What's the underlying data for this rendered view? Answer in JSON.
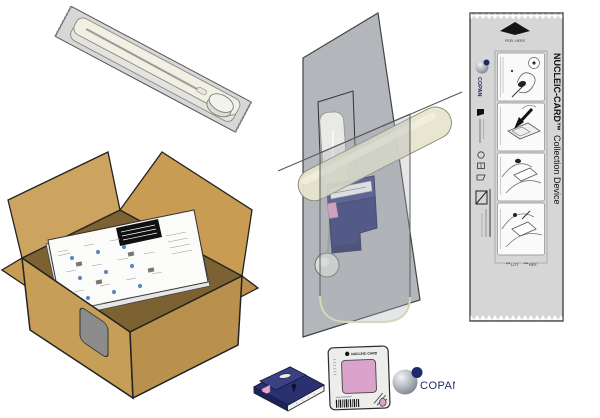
{
  "illustration": {
    "back_card": {
      "title_bold": "NUCLEIC-CARD™",
      "title_rest": "Collection Device",
      "peel_label": "PEEL HERE",
      "brand": "COPAN",
      "lot_label": "LOT",
      "ref_label": "REF"
    },
    "sample_card": {
      "header": "NUCLEIC-CARD"
    },
    "brand_logo": {
      "text": "COPAN"
    },
    "colors": {
      "device_navy": "#2b3170",
      "sample_pink": "#d9a3cb",
      "carton_tan": "#c79e58",
      "card_grey": "#d6d6d6",
      "backing_grey": "#b3b6ba",
      "blister_cream": "#e7e5cd"
    }
  }
}
